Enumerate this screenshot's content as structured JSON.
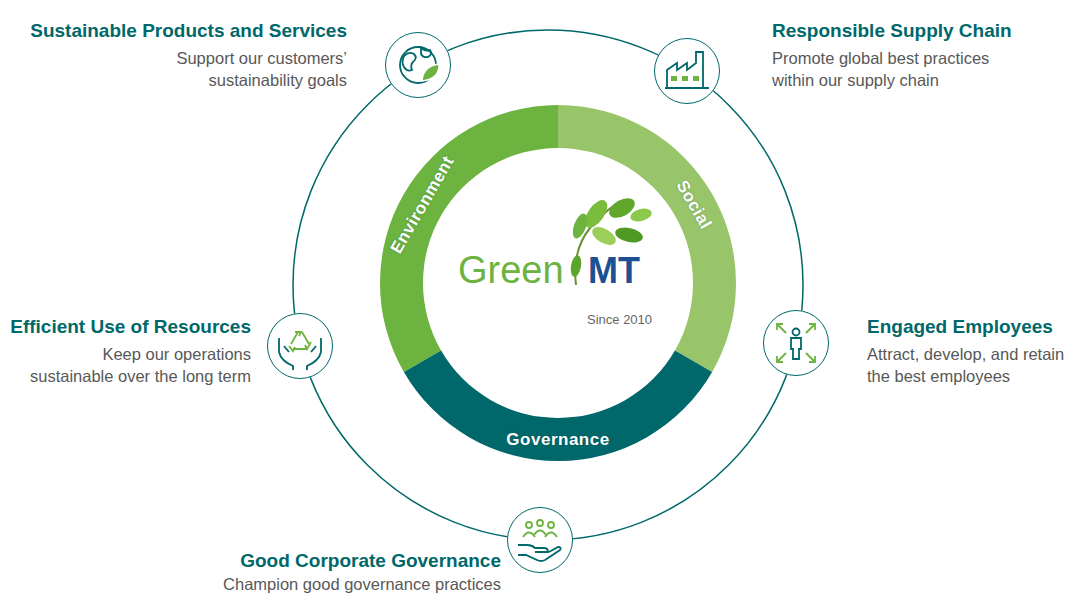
{
  "diagram": {
    "nodes": [
      {
        "text": [
          "Sustainable Products and Services",
          "Support our customers’ sustainability goals"
        ]
      },
      {
        "text": [
          "Responsible Supply Chain",
          "Promote global best practices within our supply chain"
        ]
      },
      {
        "text": [
          "Efficient Use of Resources",
          "Keep our operations sustainable over the long term"
        ]
      },
      {
        "text": [
          "Engaged Employees",
          "Attract, develop, and retain the best employees"
        ]
      },
      {
        "text": [
          "Good Corporate Governance",
          "Champion good governance practices"
        ]
      },
      {
        "text": [
          "Environment"
        ]
      },
      {
        "text": [
          "Social"
        ]
      },
      {
        "text": [
          "Governance"
        ]
      }
    ],
    "labels": [
      "Green",
      "MT",
      "Since 2010"
    ]
  }
}
